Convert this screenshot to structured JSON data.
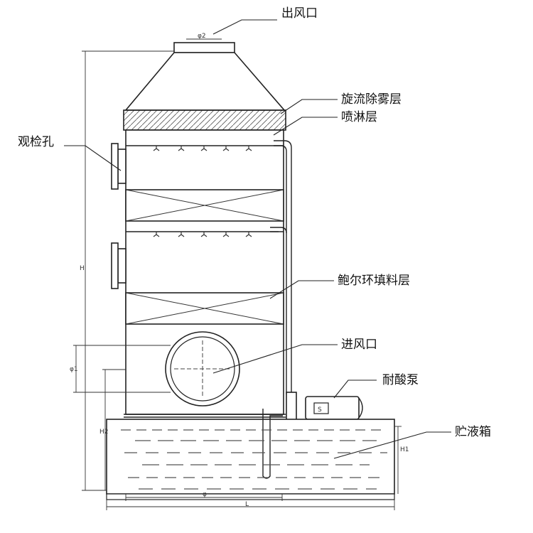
{
  "labels": {
    "outlet": "出风口",
    "demister": "旋流除雾层",
    "spray": "喷淋层",
    "inspection": "观检孔",
    "packing": "鲍尔环填料层",
    "inlet": "进风口",
    "pump": "耐酸泵",
    "tank": "贮液箱"
  },
  "dimensions": {
    "outlet_dia": "φ2",
    "inlet_dia": "φ1",
    "height": "H",
    "inlet_height": "H2",
    "tank_height": "H1",
    "diameter": "φ",
    "length": "L"
  }
}
